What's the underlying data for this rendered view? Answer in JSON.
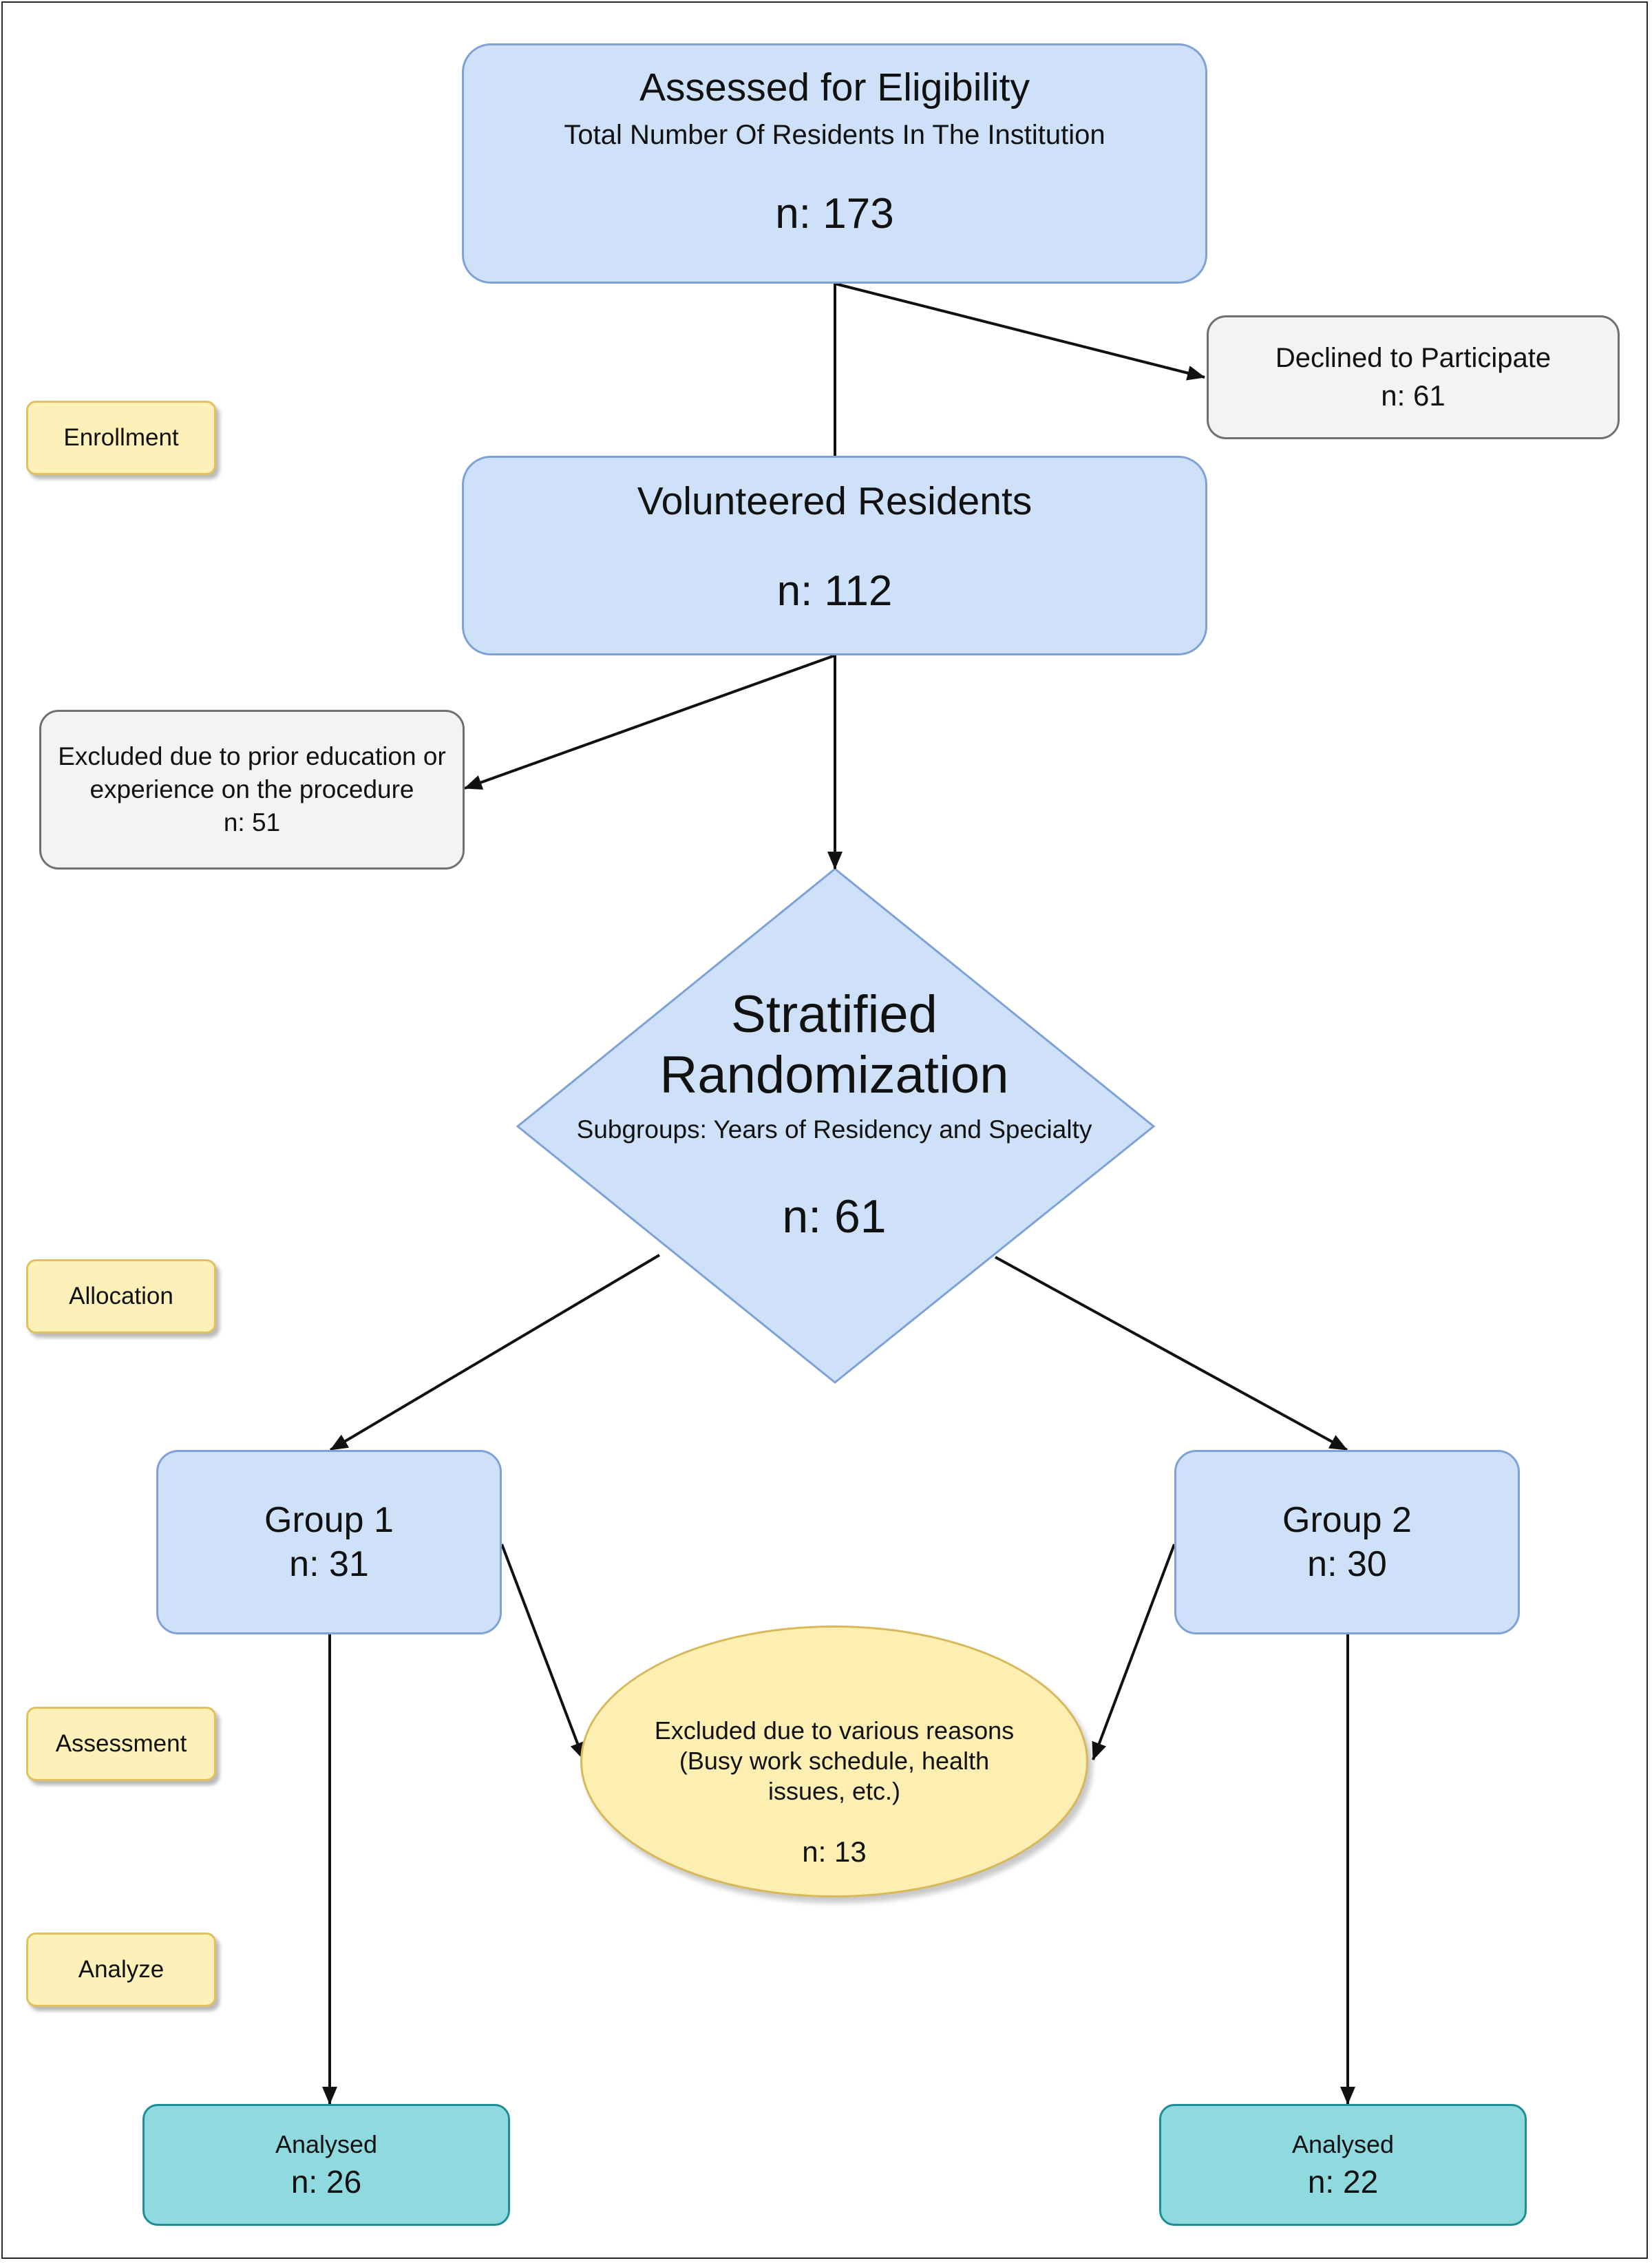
{
  "flowchart": {
    "stage_tags": {
      "enrollment": "Enrollment",
      "allocation": "Allocation",
      "assessment": "Assessment",
      "analyze": "Analyze"
    },
    "assessed": {
      "title": "Assessed for Eligibility",
      "subtitle": "Total Number Of Residents In The Institution",
      "n": "n: 173"
    },
    "declined": {
      "title": "Declined to Participate",
      "n": "n: 61"
    },
    "volunteered": {
      "title": "Volunteered Residents",
      "n": "n: 112"
    },
    "excluded_prior": {
      "line1": "Excluded due to prior education or",
      "line2": "experience on the procedure",
      "n": "n: 51"
    },
    "randomization": {
      "title_line1": "Stratified",
      "title_line2": "Randomization",
      "subtitle": "Subgroups: Years of Residency and Specialty",
      "n": "n: 61"
    },
    "group1": {
      "title": "Group 1",
      "n": "n: 31"
    },
    "group2": {
      "title": "Group 2",
      "n": "n: 30"
    },
    "excluded_various": {
      "line1": "Excluded due to various reasons",
      "line2": "(Busy work schedule, health",
      "line3": "issues, etc.)",
      "n": "n: 13"
    },
    "analysed1": {
      "title": "Analysed",
      "n": "n: 26"
    },
    "analysed2": {
      "title": "Analysed",
      "n": "n: 22"
    }
  },
  "colors": {
    "process_fill": "#cfe1f9",
    "process_border": "#7fa2d6",
    "exclusion_fill": "#f3f3f3",
    "tag_fill": "#fdf0b8",
    "ellipse_fill": "#fdeeb2",
    "analysed_fill": "#8fdade",
    "analysed_border": "#1d8e96",
    "arrow": "#111111"
  }
}
